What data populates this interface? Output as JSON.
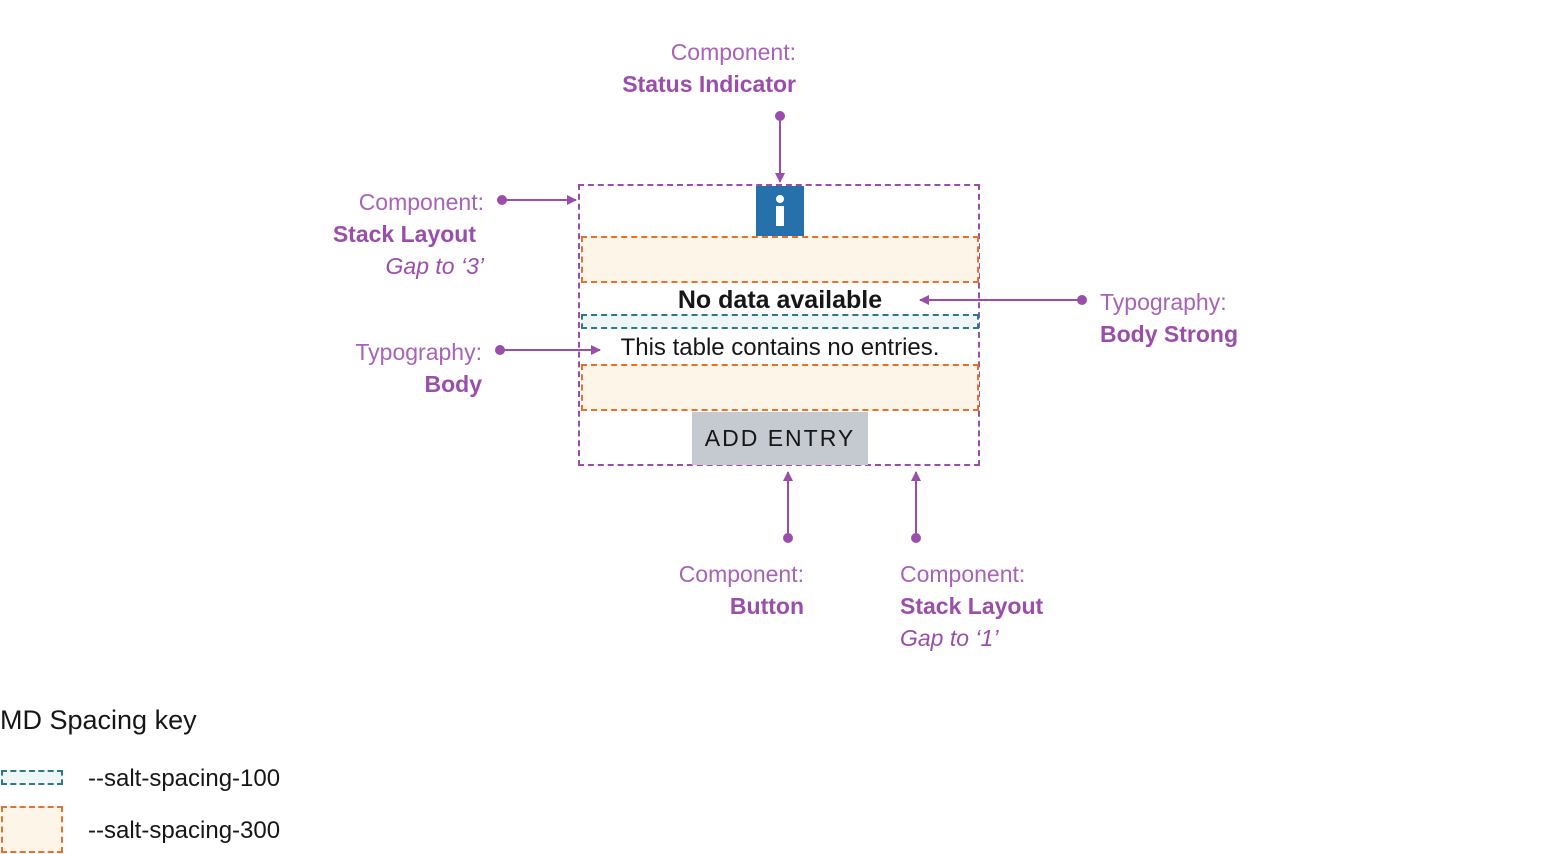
{
  "annotations": {
    "status_indicator": {
      "label": "Component:",
      "name": "Status Indicator"
    },
    "stack_layout_3": {
      "label": "Component:",
      "name": "Stack Layout",
      "note": "Gap to ‘3’"
    },
    "typography_body": {
      "label": "Typography:",
      "name": "Body"
    },
    "typography_body_strong": {
      "label": "Typography:",
      "name": "Body Strong"
    },
    "button": {
      "label": "Component:",
      "name": "Button"
    },
    "stack_layout_1": {
      "label": "Component:",
      "name": "Stack Layout",
      "note": "Gap to ‘1’"
    }
  },
  "empty_state": {
    "icon": "info-icon",
    "title": "No data available",
    "body": "This table contains no entries.",
    "button_label": "ADD ENTRY"
  },
  "spacing_key": {
    "title": "MD Spacing key",
    "items": [
      {
        "label": "--salt-spacing-100"
      },
      {
        "label": "--salt-spacing-300"
      }
    ]
  },
  "colors": {
    "annotation": "#9b4dab",
    "status_blue": "#2670ab",
    "spacing_300_border": "#e8702a",
    "spacing_300_fill": "#fdf6e8",
    "spacing_100_border": "#2c7a86",
    "button_bg": "#c5c9d0"
  }
}
